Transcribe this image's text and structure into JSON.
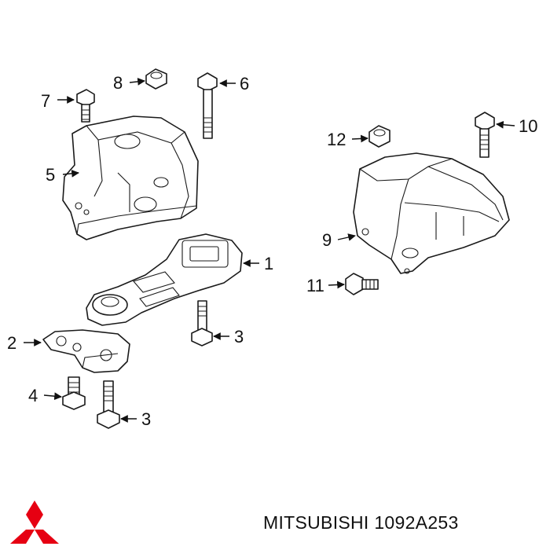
{
  "callouts": [
    {
      "id": "1",
      "label": "1"
    },
    {
      "id": "2",
      "label": "2"
    },
    {
      "id": "3a",
      "label": "3"
    },
    {
      "id": "3b",
      "label": "3"
    },
    {
      "id": "4",
      "label": "4"
    },
    {
      "id": "5",
      "label": "5"
    },
    {
      "id": "6",
      "label": "6"
    },
    {
      "id": "7",
      "label": "7"
    },
    {
      "id": "8",
      "label": "8"
    },
    {
      "id": "9",
      "label": "9"
    },
    {
      "id": "10",
      "label": "10"
    },
    {
      "id": "11",
      "label": "11"
    },
    {
      "id": "12",
      "label": "12"
    }
  ],
  "caption": {
    "brand": "MITSUBISHI",
    "part_number": "1092A253"
  },
  "logo": {
    "name": "mitsubishi-three-diamond-logo",
    "color": "#e60012"
  },
  "colors": {
    "line": "#1a1a1a",
    "text": "#111111"
  }
}
